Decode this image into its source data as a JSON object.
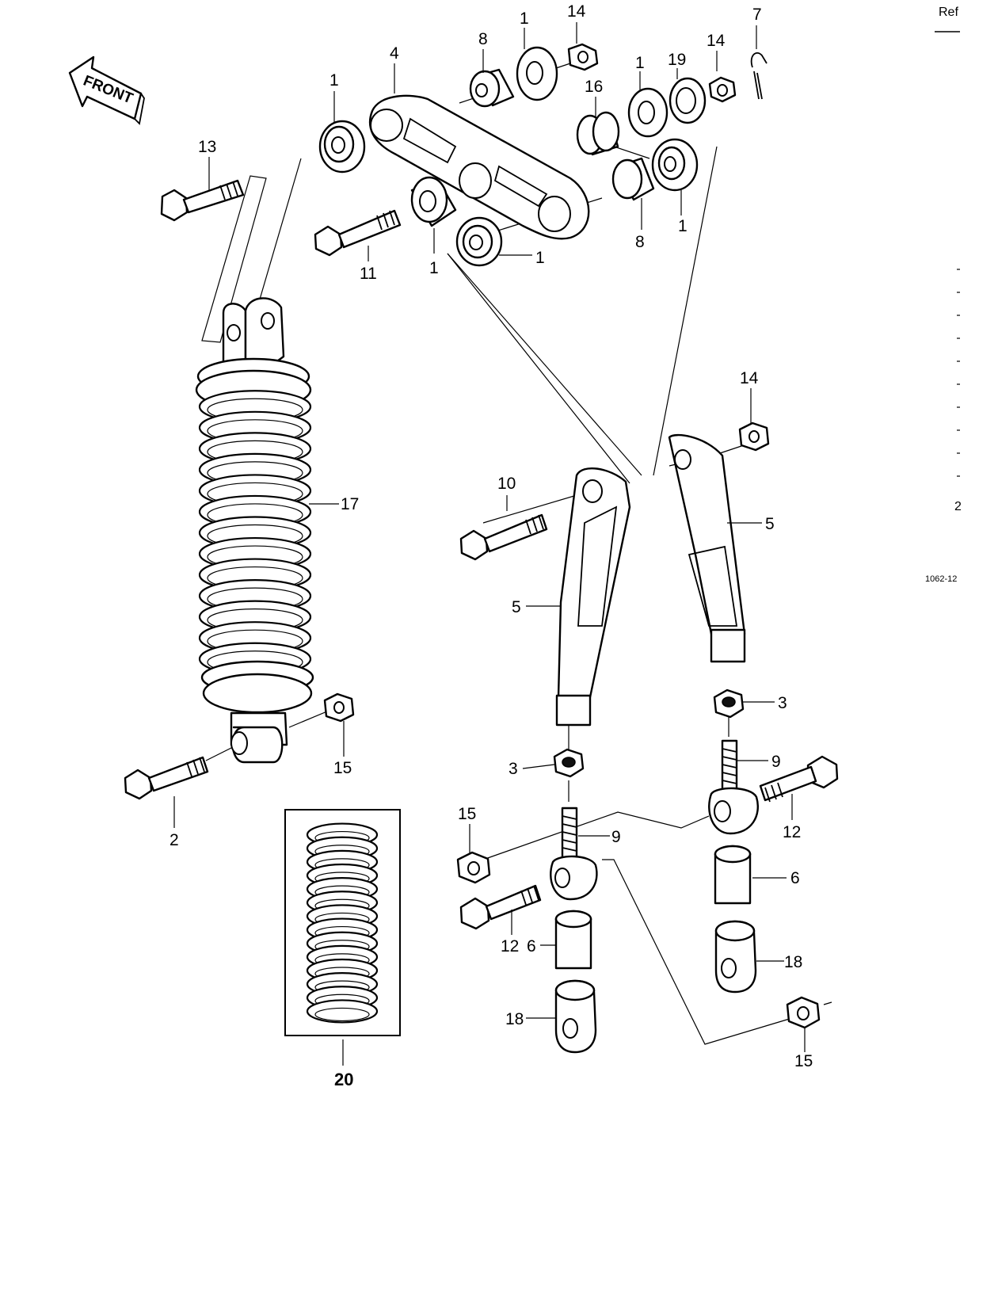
{
  "front_arrow": {
    "label": "FRONT"
  },
  "reference": {
    "text": "Ref",
    "code": "1062-12",
    "margin_fragment": "2"
  },
  "callouts": [
    {
      "id": "c1a",
      "text": "1"
    },
    {
      "id": "c1b",
      "text": "1"
    },
    {
      "id": "c1c",
      "text": "1"
    },
    {
      "id": "c1d",
      "text": "1"
    },
    {
      "id": "c1e",
      "text": "1"
    },
    {
      "id": "c1f",
      "text": "1"
    },
    {
      "id": "c2",
      "text": "2"
    },
    {
      "id": "c3a",
      "text": "3"
    },
    {
      "id": "c3b",
      "text": "3"
    },
    {
      "id": "c4",
      "text": "4"
    },
    {
      "id": "c5a",
      "text": "5"
    },
    {
      "id": "c5b",
      "text": "5"
    },
    {
      "id": "c6a",
      "text": "6"
    },
    {
      "id": "c6b",
      "text": "6"
    },
    {
      "id": "c7",
      "text": "7"
    },
    {
      "id": "c8a",
      "text": "8"
    },
    {
      "id": "c8b",
      "text": "8"
    },
    {
      "id": "c9a",
      "text": "9"
    },
    {
      "id": "c9b",
      "text": "9"
    },
    {
      "id": "c10",
      "text": "10"
    },
    {
      "id": "c11",
      "text": "11"
    },
    {
      "id": "c12a",
      "text": "12"
    },
    {
      "id": "c12b",
      "text": "12"
    },
    {
      "id": "c13",
      "text": "13"
    },
    {
      "id": "c14a",
      "text": "14"
    },
    {
      "id": "c14b",
      "text": "14"
    },
    {
      "id": "c14c",
      "text": "14"
    },
    {
      "id": "c15a",
      "text": "15"
    },
    {
      "id": "c15b",
      "text": "15"
    },
    {
      "id": "c15c",
      "text": "15"
    },
    {
      "id": "c16",
      "text": "16"
    },
    {
      "id": "c17",
      "text": "17"
    },
    {
      "id": "c18a",
      "text": "18"
    },
    {
      "id": "c18b",
      "text": "18"
    },
    {
      "id": "c19",
      "text": "19"
    },
    {
      "id": "c20",
      "text": "20"
    }
  ]
}
